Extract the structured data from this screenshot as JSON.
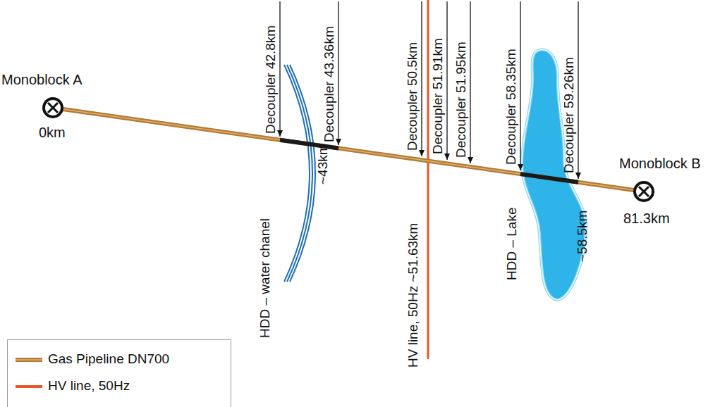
{
  "diagram": {
    "labels": [
      "Monoblock A",
      "0km",
      "Decoupler 42.8km",
      "Decoupler 43.36km",
      "HDD – water chanel",
      "~43km",
      "Decoupler 50.5km",
      "Decoupler 51.91km",
      "Decoupler 51.95km",
      "HV line, 50Hz ~51.63km",
      "Decoupler 58.35km",
      "Decoupler 59.26km",
      "HDD – Lake",
      "~58.5km",
      "Monoblock B",
      "81.3km"
    ],
    "legend": [
      {
        "text": "Gas Pipeline DN700"
      },
      {
        "text": "HV line, 50Hz"
      }
    ]
  }
}
